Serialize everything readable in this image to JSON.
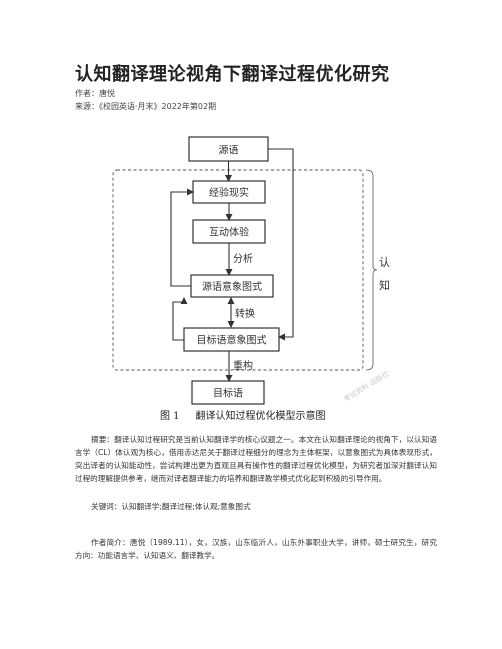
{
  "article": {
    "title": "认知翻译理论视角下翻译过程优化研究",
    "author_line": "作者：唐悦",
    "source_line": "来源：《校园英语·月末》2022年第02期"
  },
  "diagram": {
    "boxes": {
      "source_lang": "源语",
      "experience": "经验现实",
      "interaction": "互动体验",
      "source_schema": "源语意象图式",
      "target_schema": "目标语意象图式",
      "target_lang": "目标语"
    },
    "labels": {
      "analysis": "分析",
      "conversion": "转换",
      "reconstruction": "重构",
      "cognition": [
        "认",
        "知"
      ]
    },
    "caption_number": "图 1",
    "caption_text": "翻译认知过程优化模型示意图",
    "watermark": "考试资料 出版社"
  },
  "body": {
    "abstract": "摘要：翻译认知过程研究是当前认知翻译学的核心议题之一。本文在认知翻译理论的视角下，以认知语言学（CL）体认观为核心，借用赤达尼关于翻译过程细分的理念为主体框架，以意象图式为具体表现形式，突出译者的认知能动性，尝试构建出更为直观且具有操作性的翻译过程优化模型，为研究者加深对翻译认知过程的理解提供参考，继而对译者翻译能力的培养和翻译教学模式优化起到积极的引导作用。",
    "keywords": "关键词：认知翻译学;翻译过程;体认观;意象图式",
    "author_bio": "作者简介：唐悦（1989.11），女，汉族，山东临沂人，山东外事职业大学，讲师，硕士研究生，研究方向：功能语言学、认知语义、翻译教学。"
  },
  "colors": {
    "text": "#333333",
    "title": "#222222",
    "line": "#333333",
    "watermark": "#c9c9c9"
  }
}
